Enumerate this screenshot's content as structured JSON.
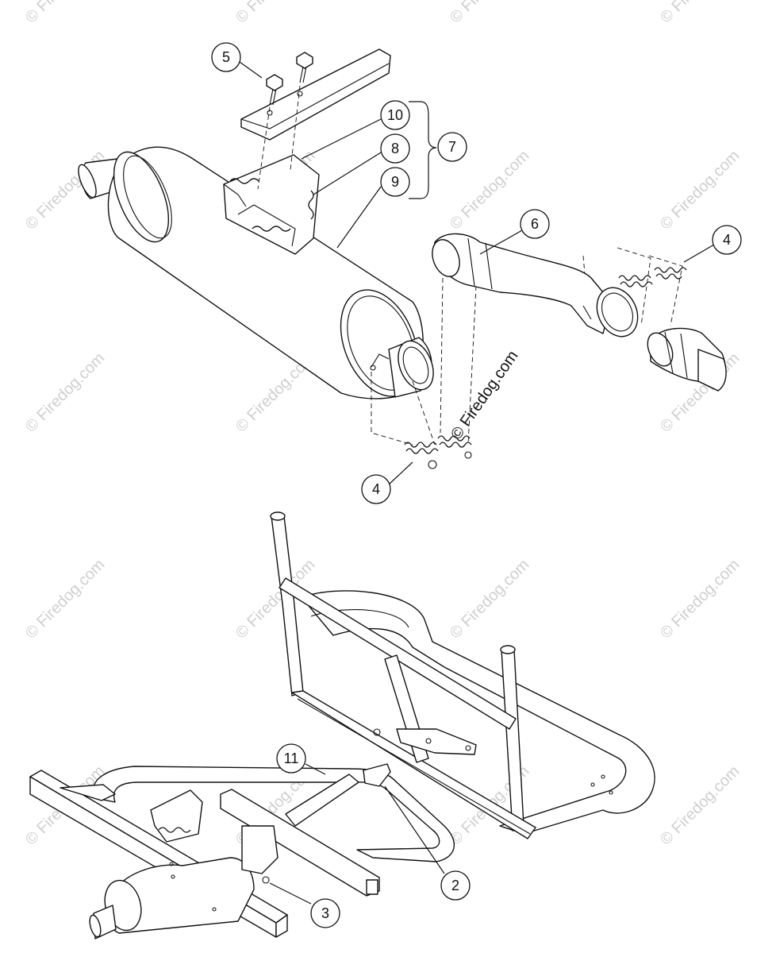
{
  "watermark": {
    "text": "© Firedog.com",
    "center_text": "© Firedog.com"
  },
  "callouts": [
    {
      "id": "5",
      "label": "5"
    },
    {
      "id": "10",
      "label": "10"
    },
    {
      "id": "8",
      "label": "8"
    },
    {
      "id": "9",
      "label": "9"
    },
    {
      "id": "7",
      "label": "7"
    },
    {
      "id": "6",
      "label": "6"
    },
    {
      "id": "4a",
      "label": "4"
    },
    {
      "id": "4b",
      "label": "4"
    },
    {
      "id": "11",
      "label": "11"
    },
    {
      "id": "2",
      "label": "2"
    },
    {
      "id": "3",
      "label": "3"
    }
  ]
}
